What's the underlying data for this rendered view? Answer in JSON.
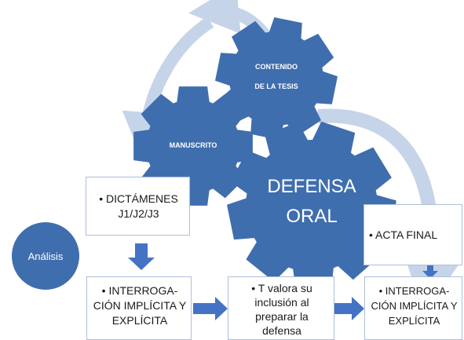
{
  "gears": {
    "contenido": "CONTENIDO DE LA TESIS",
    "manuscrito": "MANUSCRITO",
    "defensa": "DEFENSA ORAL"
  },
  "circle": {
    "label": "Análisis"
  },
  "boxes": {
    "dictamenes": {
      "line1": "• DICTÁMENES",
      "line2": "J1/J2/J3"
    },
    "acta": {
      "text": "• ACTA FINAL"
    },
    "interroga_left": {
      "line1": "• INTERROGA-",
      "line2": "CIÓN IMPLÍCITA Y",
      "line3": "EXPLÍCITA"
    },
    "valora": {
      "line1": "• T valora su",
      "line2": "inclusión al",
      "line3": "preparar la",
      "line4": "defensa"
    },
    "interroga_right": {
      "line1": "• INTERROGA-",
      "line2": "CIÓN IMPLÍCITA Y",
      "line3": "EXPLÍCITA"
    }
  },
  "colors": {
    "gear": "#3f6eae",
    "circle": "#3f6eae",
    "arrow": "#4472c4",
    "cycle_arrow": "#c6d4ea",
    "box_border": "#aebfd9"
  }
}
